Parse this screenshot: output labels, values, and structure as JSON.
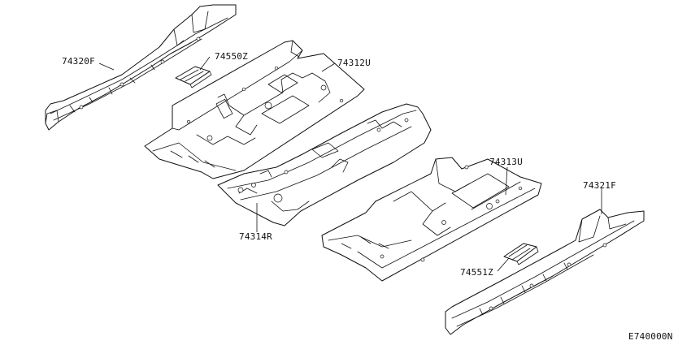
{
  "diagram_id": "E740000N",
  "parts": [
    {
      "key": "p74320F",
      "number": "74320F"
    },
    {
      "key": "p74550Z",
      "number": "74550Z"
    },
    {
      "key": "p74312U",
      "number": "74312U"
    },
    {
      "key": "p74314R",
      "number": "74314R"
    },
    {
      "key": "p74313U",
      "number": "74313U"
    },
    {
      "key": "p74321F",
      "number": "74321F"
    },
    {
      "key": "p74551Z",
      "number": "74551Z"
    }
  ]
}
